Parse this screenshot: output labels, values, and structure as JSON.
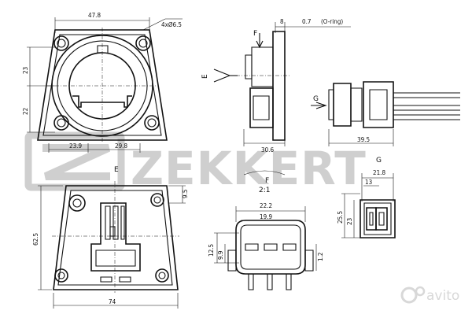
{
  "brand": {
    "name": "ZEKKERT"
  },
  "watermark": {
    "text": "avito"
  },
  "labels": {
    "view_e": "E",
    "view_e_arrow": "E",
    "view_f_top": "F",
    "view_f_bottom": "F",
    "view_g_arrow": "G",
    "view_g": "G",
    "scale": "2:1"
  },
  "dimensions": {
    "top_width": "47.8",
    "holes": "4xØ6.5",
    "upper_left_h": "23",
    "lower_left_h": "22",
    "bottom_left_w": "23.9",
    "bottom_right_w": "29.8",
    "side_thk": "8",
    "oring": "0.7",
    "oring_note": "(O-ring)",
    "side_width": "30.6",
    "conn_length": "39.5",
    "small_h": "9.5",
    "total_h": "62.5",
    "total_w": "74",
    "plug_w_outer": "22.2",
    "plug_w_inner": "19.9",
    "plug_h": "12.5",
    "plug_h2": "9.9",
    "pin_step": "1.2",
    "g_w": "21.8",
    "g_inner": "13",
    "g_h1": "25.5",
    "g_h2": "23"
  }
}
